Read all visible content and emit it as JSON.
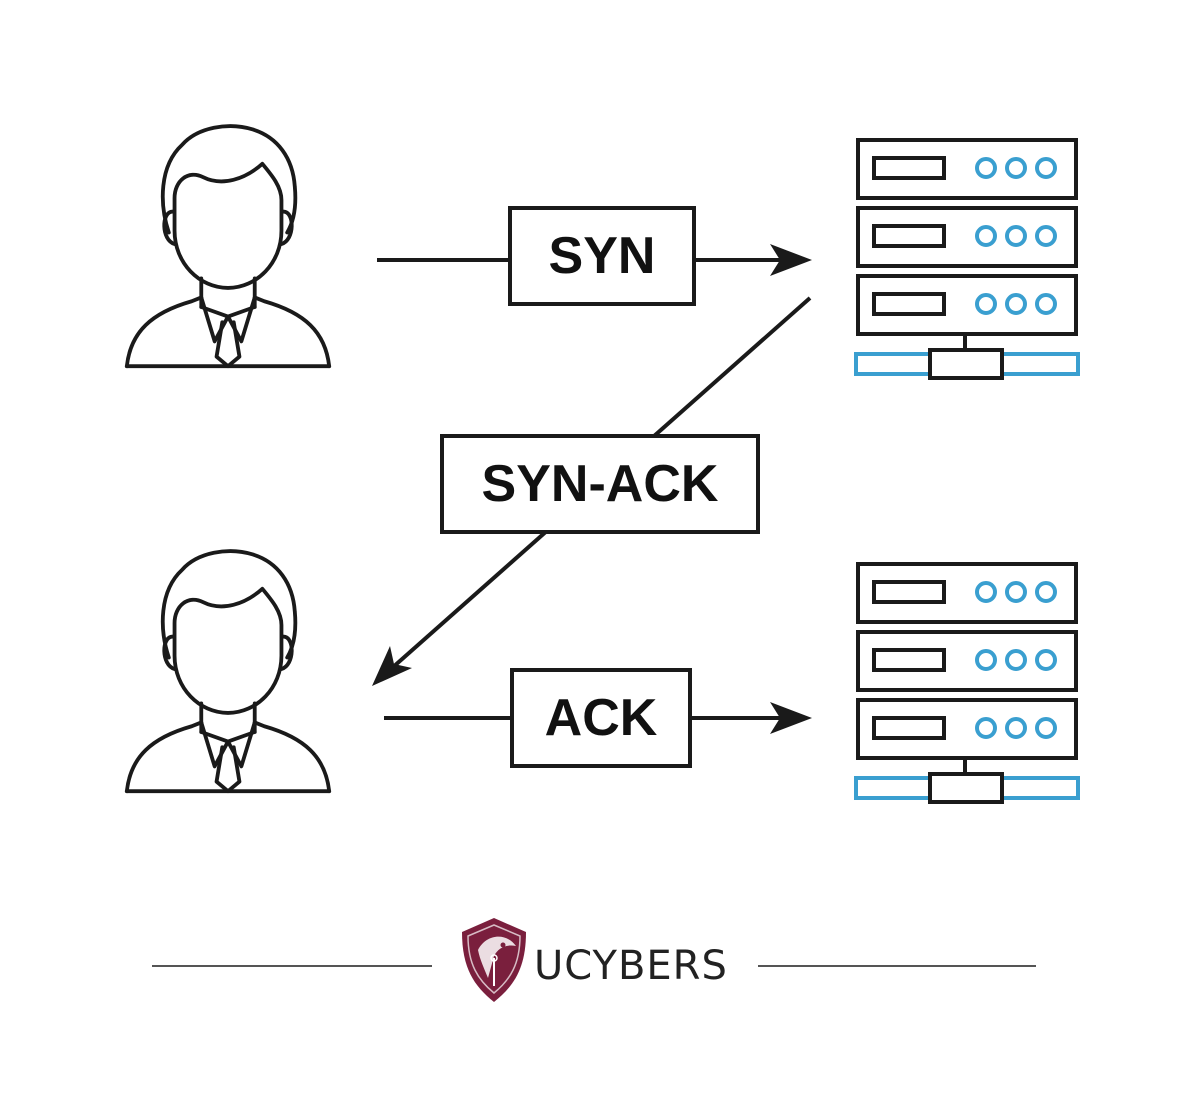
{
  "diagram": {
    "steps": [
      {
        "label": "SYN"
      },
      {
        "label": "SYN-ACK"
      },
      {
        "label": "ACK"
      }
    ]
  },
  "brand": {
    "name": "UCYBERS"
  },
  "colors": {
    "stroke": "#1a1a1a",
    "server_accent": "#3a9fd0",
    "brand_maroon": "#7a1f3d",
    "brand_text": "#222222",
    "divider": "#555555"
  },
  "icons": {
    "client": "person-icon",
    "server": "server-rack-icon",
    "logo": "shield-hawk-logo"
  }
}
